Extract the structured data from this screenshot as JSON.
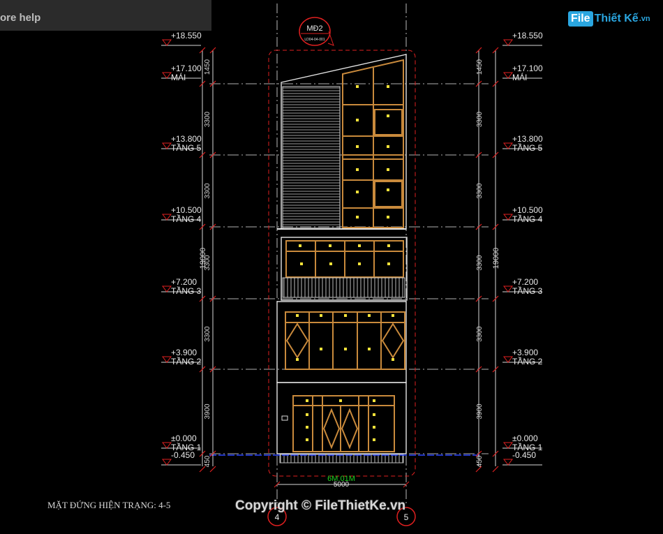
{
  "tooltip": {
    "text": "ore help"
  },
  "logo": {
    "box": "File",
    "rest": "Thiết Kế",
    "tld": ".vn"
  },
  "caption": "MẶT ĐỨNG HIỆN TRẠNG: 4-5",
  "copyright": "Copyright © FileThietKe.vn",
  "section_tag": {
    "title": "MĐ2",
    "sub": "LD04-04-001"
  },
  "levels": [
    {
      "elev": "+18.550",
      "name": ""
    },
    {
      "elev": "+17.100",
      "name": "MÁI"
    },
    {
      "elev": "+13.800",
      "name": "TẦNG 5"
    },
    {
      "elev": "+10.500",
      "name": "TẦNG 4"
    },
    {
      "elev": "+7.200",
      "name": "TẦNG 3"
    },
    {
      "elev": "+3.900",
      "name": "TẦNG 2"
    },
    {
      "elev": "±0.000",
      "name": "TẦNG 1"
    },
    {
      "elev": "-0.450",
      "name": ""
    }
  ],
  "dims_left": [
    "1450",
    "3300",
    "3300",
    "3300",
    "3300",
    "3900",
    "450"
  ],
  "overall_height": "19000",
  "width_dim": "5000",
  "ground_label": "6M.01M",
  "grid_axes": [
    "4",
    "5"
  ],
  "colors": {
    "frame": "#c98a3c",
    "red": "#e02020",
    "dim": "#d8d8d8",
    "light": "#f5e23a"
  }
}
